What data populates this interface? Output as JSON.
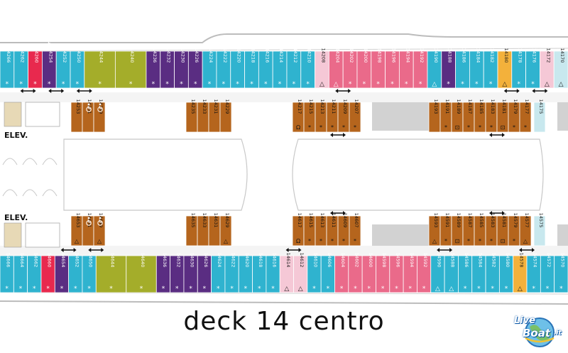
{
  "caption": "deck 14 centro",
  "elevator_label": "ELEV.",
  "logo": {
    "text1": "Live",
    "text2": "Boat",
    "suffix": ".it"
  },
  "colors": {
    "balcony": "#2fb3cf",
    "suite_red": "#e8294e",
    "suite_purple": "#5a2d82",
    "suite_olive": "#a4ad2a",
    "pink": "#ea6a8a",
    "light_pink": "#f5c8d6",
    "light_blue": "#c8e8ee",
    "orange": "#f3b13b",
    "inside_brown": "#b5651d",
    "grey": "#c9c9c9"
  },
  "top_row": [
    {
      "num": "14266",
      "type": "balcony",
      "mark": "*"
    },
    {
      "num": "14262",
      "type": "balcony",
      "mark": "*"
    },
    {
      "num": "14260",
      "type": "suite_red",
      "mark": "*"
    },
    {
      "num": "14254",
      "type": "suite_purple",
      "mark": "*",
      "accessible": true
    },
    {
      "num": "14252",
      "type": "balcony",
      "mark": "*"
    },
    {
      "num": "14250",
      "type": "balcony",
      "mark": "*"
    },
    {
      "num": "14244",
      "type": "suite_olive",
      "mark": "*"
    },
    {
      "num": "14240",
      "type": "suite_olive",
      "mark": "*"
    },
    {
      "num": "14236",
      "type": "suite_purple",
      "mark": "*"
    },
    {
      "num": "14232",
      "type": "suite_purple",
      "mark": "*"
    },
    {
      "num": "14230",
      "type": "suite_purple",
      "mark": "*"
    },
    {
      "num": "14226",
      "type": "suite_purple",
      "mark": "*"
    },
    {
      "num": "14224",
      "type": "balcony",
      "mark": "*"
    },
    {
      "num": "14222",
      "type": "balcony",
      "mark": "*"
    },
    {
      "num": "14220",
      "type": "balcony",
      "mark": "*"
    },
    {
      "num": "14218",
      "type": "balcony",
      "mark": "*"
    },
    {
      "num": "14216",
      "type": "balcony",
      "mark": "*"
    },
    {
      "num": "14214",
      "type": "balcony",
      "mark": "*"
    },
    {
      "num": "14212",
      "type": "balcony",
      "mark": "*"
    },
    {
      "num": "14210",
      "type": "balcony",
      "mark": "*"
    },
    {
      "num": "14208",
      "type": "light_pink",
      "mark": "△"
    },
    {
      "num": "14204",
      "type": "pink",
      "mark": "△"
    },
    {
      "num": "14202",
      "type": "pink",
      "mark": "*"
    },
    {
      "num": "14200",
      "type": "pink",
      "mark": "*"
    },
    {
      "num": "14198",
      "type": "pink",
      "mark": "*"
    },
    {
      "num": "14196",
      "type": "pink",
      "mark": "*"
    },
    {
      "num": "14194",
      "type": "pink",
      "mark": "*"
    },
    {
      "num": "14192",
      "type": "pink",
      "mark": "*"
    },
    {
      "num": "14190",
      "type": "balcony",
      "mark": "△"
    },
    {
      "num": "14188",
      "type": "suite_purple",
      "mark": "*"
    },
    {
      "num": "14186",
      "type": "balcony",
      "mark": "*"
    },
    {
      "num": "14184",
      "type": "balcony",
      "mark": "*"
    },
    {
      "num": "14182",
      "type": "balcony",
      "mark": "*"
    },
    {
      "num": "14180",
      "type": "orange",
      "mark": "△"
    },
    {
      "num": "14178",
      "type": "balcony",
      "mark": "*"
    },
    {
      "num": "14176",
      "type": "balcony",
      "mark": "*"
    },
    {
      "num": "14172",
      "type": "light_pink",
      "mark": "△"
    },
    {
      "num": "14170",
      "type": "light_blue",
      "mark": "△"
    }
  ],
  "bottom_row": [
    {
      "num": "14666",
      "type": "balcony",
      "mark": "*"
    },
    {
      "num": "14664",
      "type": "balcony",
      "mark": "*"
    },
    {
      "num": "14662",
      "type": "balcony",
      "mark": "*"
    },
    {
      "num": "14660",
      "type": "suite_red",
      "mark": "*"
    },
    {
      "num": "14654",
      "type": "suite_purple",
      "mark": "*"
    },
    {
      "num": "14652",
      "type": "balcony",
      "mark": "*"
    },
    {
      "num": "14650",
      "type": "balcony",
      "mark": "*"
    },
    {
      "num": "14644",
      "type": "suite_olive",
      "mark": "*"
    },
    {
      "num": "14640",
      "type": "suite_olive",
      "mark": "*"
    },
    {
      "num": "14636",
      "type": "suite_purple",
      "mark": "*"
    },
    {
      "num": "14632",
      "type": "suite_purple",
      "mark": "*"
    },
    {
      "num": "14630",
      "type": "suite_purple",
      "mark": "*"
    },
    {
      "num": "14626",
      "type": "suite_purple",
      "mark": "*"
    },
    {
      "num": "14624",
      "type": "balcony",
      "mark": "*"
    },
    {
      "num": "14622",
      "type": "balcony",
      "mark": "*"
    },
    {
      "num": "14620",
      "type": "balcony",
      "mark": "*"
    },
    {
      "num": "14618",
      "type": "balcony",
      "mark": "*"
    },
    {
      "num": "14616",
      "type": "balcony",
      "mark": "*"
    },
    {
      "num": "14614",
      "type": "light_pink",
      "mark": "△"
    },
    {
      "num": "14612",
      "type": "light_pink",
      "mark": "△"
    },
    {
      "num": "14610",
      "type": "balcony",
      "mark": "*"
    },
    {
      "num": "14606",
      "type": "balcony",
      "mark": "*"
    },
    {
      "num": "14604",
      "type": "pink",
      "mark": "*"
    },
    {
      "num": "14602",
      "type": "pink",
      "mark": "*"
    },
    {
      "num": "14600",
      "type": "pink",
      "mark": "*"
    },
    {
      "num": "14598",
      "type": "pink",
      "mark": "*"
    },
    {
      "num": "14596",
      "type": "pink",
      "mark": "*"
    },
    {
      "num": "14594",
      "type": "pink",
      "mark": "*"
    },
    {
      "num": "14592",
      "type": "pink",
      "mark": "*"
    },
    {
      "num": "14590",
      "type": "balcony",
      "mark": "△"
    },
    {
      "num": "14588",
      "type": "balcony",
      "mark": "△"
    },
    {
      "num": "14586",
      "type": "balcony",
      "mark": "*"
    },
    {
      "num": "14584",
      "type": "balcony",
      "mark": "*"
    },
    {
      "num": "14582",
      "type": "balcony",
      "mark": "*"
    },
    {
      "num": "14580",
      "type": "balcony",
      "mark": "*"
    },
    {
      "num": "14578",
      "type": "orange",
      "mark": "△"
    },
    {
      "num": "14574",
      "type": "balcony",
      "mark": "*"
    },
    {
      "num": "14572",
      "type": "balcony",
      "mark": "*"
    },
    {
      "num": "14570",
      "type": "balcony",
      "mark": "*"
    }
  ],
  "inside_top_groups": [
    {
      "cells": [
        {
          "num": "14253",
          "mark": ""
        },
        {
          "num": "14251",
          "mark": "",
          "accessible": true
        },
        {
          "num": "14249",
          "mark": "",
          "accessible": true
        }
      ]
    },
    {
      "cells": [
        {
          "num": "14235",
          "mark": ""
        },
        {
          "num": "14233",
          "mark": ""
        },
        {
          "num": "14231",
          "mark": ""
        },
        {
          "num": "14229",
          "mark": ""
        }
      ]
    },
    {
      "cells": [
        {
          "num": "14217",
          "mark": "Ω"
        },
        {
          "num": "14215",
          "mark": "*"
        },
        {
          "num": "14213",
          "mark": "*"
        },
        {
          "num": "14211",
          "mark": "*"
        },
        {
          "num": "14209",
          "mark": "*"
        },
        {
          "num": "14207",
          "mark": "*"
        }
      ]
    },
    {
      "cells": [
        {
          "num": "14193",
          "mark": ""
        },
        {
          "num": "14191",
          "mark": "*"
        },
        {
          "num": "14189",
          "mark": "⊡"
        },
        {
          "num": "14187",
          "mark": "*"
        },
        {
          "num": "14185",
          "mark": "*"
        },
        {
          "num": "14183",
          "mark": "*"
        },
        {
          "num": "14181",
          "mark": "⊡"
        },
        {
          "num": "14179",
          "mark": "*"
        },
        {
          "num": "14177",
          "mark": "*"
        }
      ]
    },
    {
      "cells": [
        {
          "num": "14175",
          "mark": "",
          "light": true
        }
      ]
    }
  ],
  "inside_bottom_groups": [
    {
      "cells": [
        {
          "num": "14653",
          "mark": "△"
        },
        {
          "num": "14651",
          "mark": "",
          "accessible": true
        },
        {
          "num": "14649",
          "mark": "△",
          "accessible": true
        }
      ]
    },
    {
      "cells": [
        {
          "num": "14635",
          "mark": ""
        },
        {
          "num": "14633",
          "mark": ""
        },
        {
          "num": "14631",
          "mark": ""
        },
        {
          "num": "14629",
          "mark": "△"
        }
      ]
    },
    {
      "cells": [
        {
          "num": "14617",
          "mark": "Ω"
        },
        {
          "num": "14615",
          "mark": "*"
        },
        {
          "num": "14613",
          "mark": "*"
        },
        {
          "num": "14611",
          "mark": "*"
        },
        {
          "num": "14609",
          "mark": "*"
        },
        {
          "num": "14607",
          "mark": "*"
        }
      ]
    },
    {
      "cells": [
        {
          "num": "14593",
          "mark": "△"
        },
        {
          "num": "14591",
          "mark": "*"
        },
        {
          "num": "14589",
          "mark": "⊡"
        },
        {
          "num": "14587",
          "mark": "*"
        },
        {
          "num": "14585",
          "mark": "*"
        },
        {
          "num": "14583",
          "mark": "*"
        },
        {
          "num": "14581",
          "mark": "⊡"
        },
        {
          "num": "14579",
          "mark": "*"
        },
        {
          "num": "14577",
          "mark": "△"
        }
      ]
    },
    {
      "cells": [
        {
          "num": "14575",
          "mark": "",
          "light": true
        }
      ]
    }
  ],
  "connecting_doors_top": [
    {
      "between": [
        "14262",
        "14260"
      ]
    },
    {
      "between": [
        "14254",
        "14252"
      ]
    },
    {
      "between": [
        "14250",
        "14244"
      ]
    },
    {
      "between": [
        "14204",
        "14202"
      ]
    },
    {
      "between": [
        "14180",
        "14178"
      ]
    },
    {
      "between": [
        "14176",
        "14172"
      ]
    }
  ],
  "connecting_doors_bottom": [
    {
      "between": [
        "14654",
        "14652"
      ]
    },
    {
      "between": [
        "14650",
        "14644"
      ]
    },
    {
      "between": [
        "14614",
        "14612"
      ]
    },
    {
      "between": [
        "14590",
        "14588"
      ]
    },
    {
      "between": [
        "14578",
        "14574"
      ]
    }
  ],
  "connecting_doors_inside": [
    {
      "between": [
        "14211",
        "14209"
      ]
    },
    {
      "between": [
        "14183",
        "14181"
      ]
    },
    {
      "between": [
        "14611",
        "14609"
      ]
    },
    {
      "between": [
        "14583",
        "14581"
      ]
    }
  ]
}
